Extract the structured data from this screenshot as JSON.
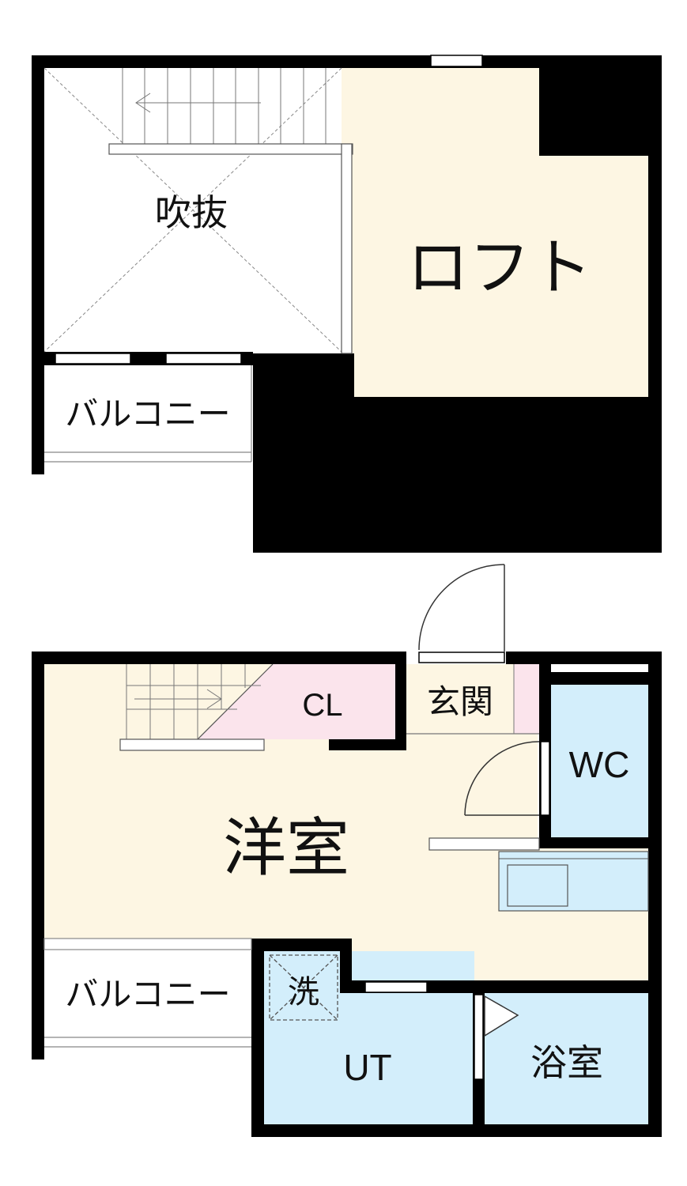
{
  "upper_floor": {
    "void_label": "吹抜",
    "loft_label": "ロフト",
    "balcony_label": "バルコニー"
  },
  "lower_floor": {
    "main_room_label": "洋室",
    "closet_label": "CL",
    "entrance_label": "玄関",
    "toilet_label": "WC",
    "washer_label": "洗",
    "utility_label": "UT",
    "bath_label": "浴室",
    "balcony_label": "バルコニー"
  },
  "colors": {
    "wall": "#000000",
    "loft": "#fdf6e3",
    "main_room": "#fdf6e3",
    "closet": "#fbe4ec",
    "wet_area": "#d3eefb",
    "background": "#ffffff"
  }
}
